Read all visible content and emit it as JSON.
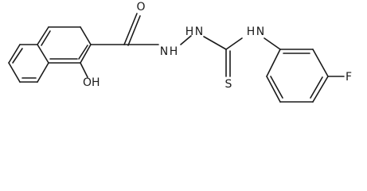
{
  "molecule": {
    "atoms": {
      "oxygen_carbonyl": "O",
      "nitrogen_hydrazide_1": "N",
      "nitrogen_hydrazide_1_h": "H",
      "nitrogen_hydrazide_2": "N",
      "nitrogen_hydrazide_2_h": "H",
      "nitrogen_aryl": "N",
      "nitrogen_aryl_h": "H",
      "sulfur_thione": "S",
      "hydroxyl": "OH",
      "fluorine": "F"
    }
  }
}
